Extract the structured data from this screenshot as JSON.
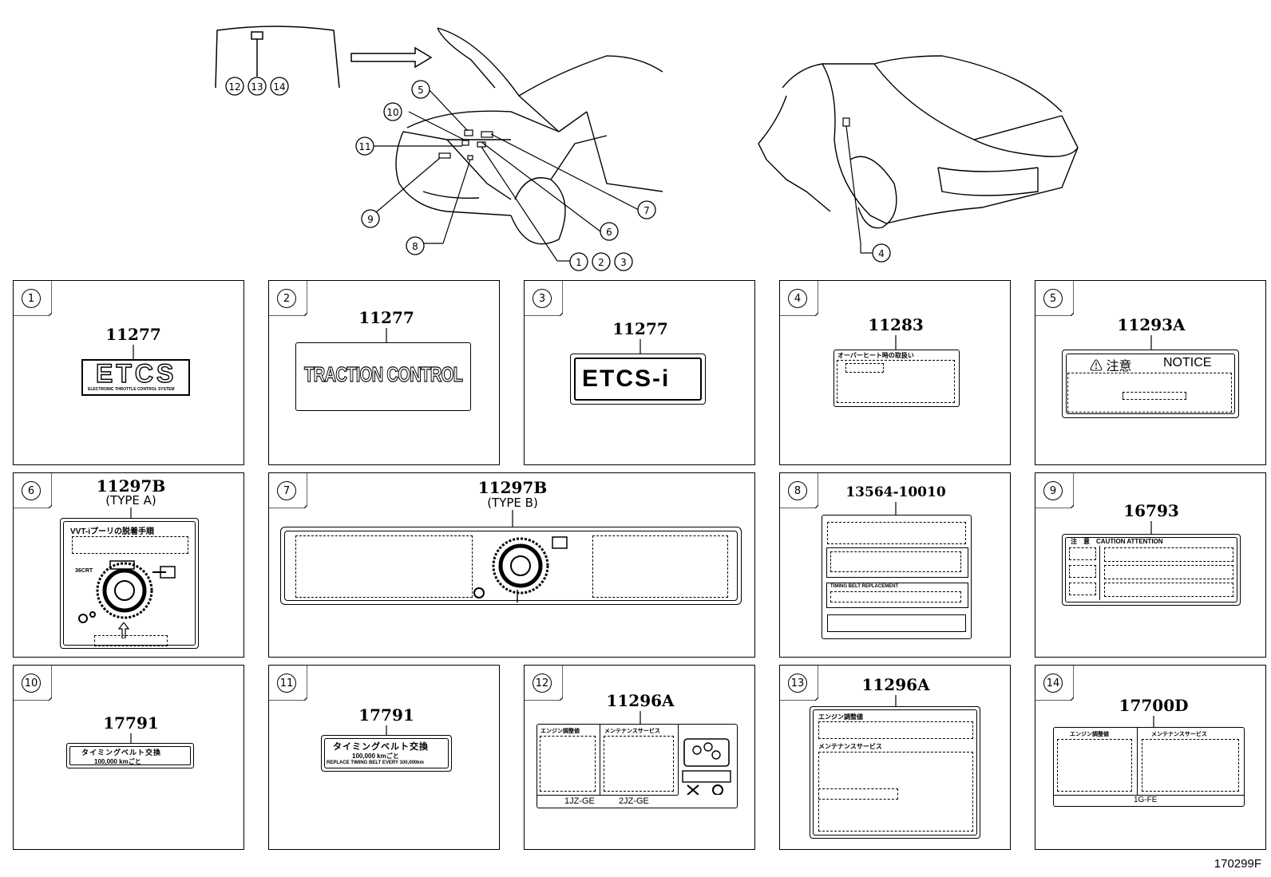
{
  "figure_code": "170299F",
  "overview_callouts": [
    "1",
    "2",
    "3",
    "4",
    "5",
    "6",
    "7",
    "8",
    "9",
    "10",
    "11",
    "12",
    "13",
    "14"
  ],
  "panels": [
    {
      "id": "1",
      "part": "11277",
      "sub": "",
      "text": [
        "ETCS",
        "ELECTRONIC THROTTLE CONTROL SYSTEM"
      ]
    },
    {
      "id": "2",
      "part": "11277",
      "sub": "",
      "text": [
        "TRACTION CONTROL"
      ]
    },
    {
      "id": "3",
      "part": "11277",
      "sub": "",
      "text": [
        "ETCS-i"
      ]
    },
    {
      "id": "4",
      "part": "11283",
      "sub": "",
      "text": [
        "オーバーヒート時の取扱い"
      ]
    },
    {
      "id": "5",
      "part": "11293A",
      "sub": "",
      "text": [
        "⚠ 注意",
        "NOTICE"
      ]
    },
    {
      "id": "6",
      "part": "11297B",
      "sub": "(TYPE A)",
      "text": [
        "VVT-iプーリの脱着手順",
        "36CRT"
      ]
    },
    {
      "id": "7",
      "part": "11297B",
      "sub": "(TYPE B)",
      "text": []
    },
    {
      "id": "8",
      "part": "13564-10010",
      "sub": "",
      "text": [
        "TIMING BELT REPLACEMENT"
      ]
    },
    {
      "id": "9",
      "part": "16793",
      "sub": "",
      "text": [
        "注　意　CAUTION ATTENTION"
      ]
    },
    {
      "id": "10",
      "part": "17791",
      "sub": "",
      "text": [
        "タイミングベルト交換",
        "100,000 kmごと"
      ]
    },
    {
      "id": "11",
      "part": "17791",
      "sub": "",
      "text": [
        "タイミングベルト交換",
        "100,000 kmごと",
        "REPLACE TIMING BELT EVERY 100,000km"
      ]
    },
    {
      "id": "12",
      "part": "11296A",
      "sub": "",
      "text": [
        "エンジン調整値",
        "メンテナンスサービス",
        "1JZ-GE",
        "2JZ-GE"
      ]
    },
    {
      "id": "13",
      "part": "11296A",
      "sub": "",
      "text": [
        "エンジン調整値",
        "メンテナンスサービス"
      ]
    },
    {
      "id": "14",
      "part": "17700D",
      "sub": "",
      "text": [
        "エンジン調整値",
        "メンテナンスサービス",
        "1G-FE"
      ]
    }
  ]
}
